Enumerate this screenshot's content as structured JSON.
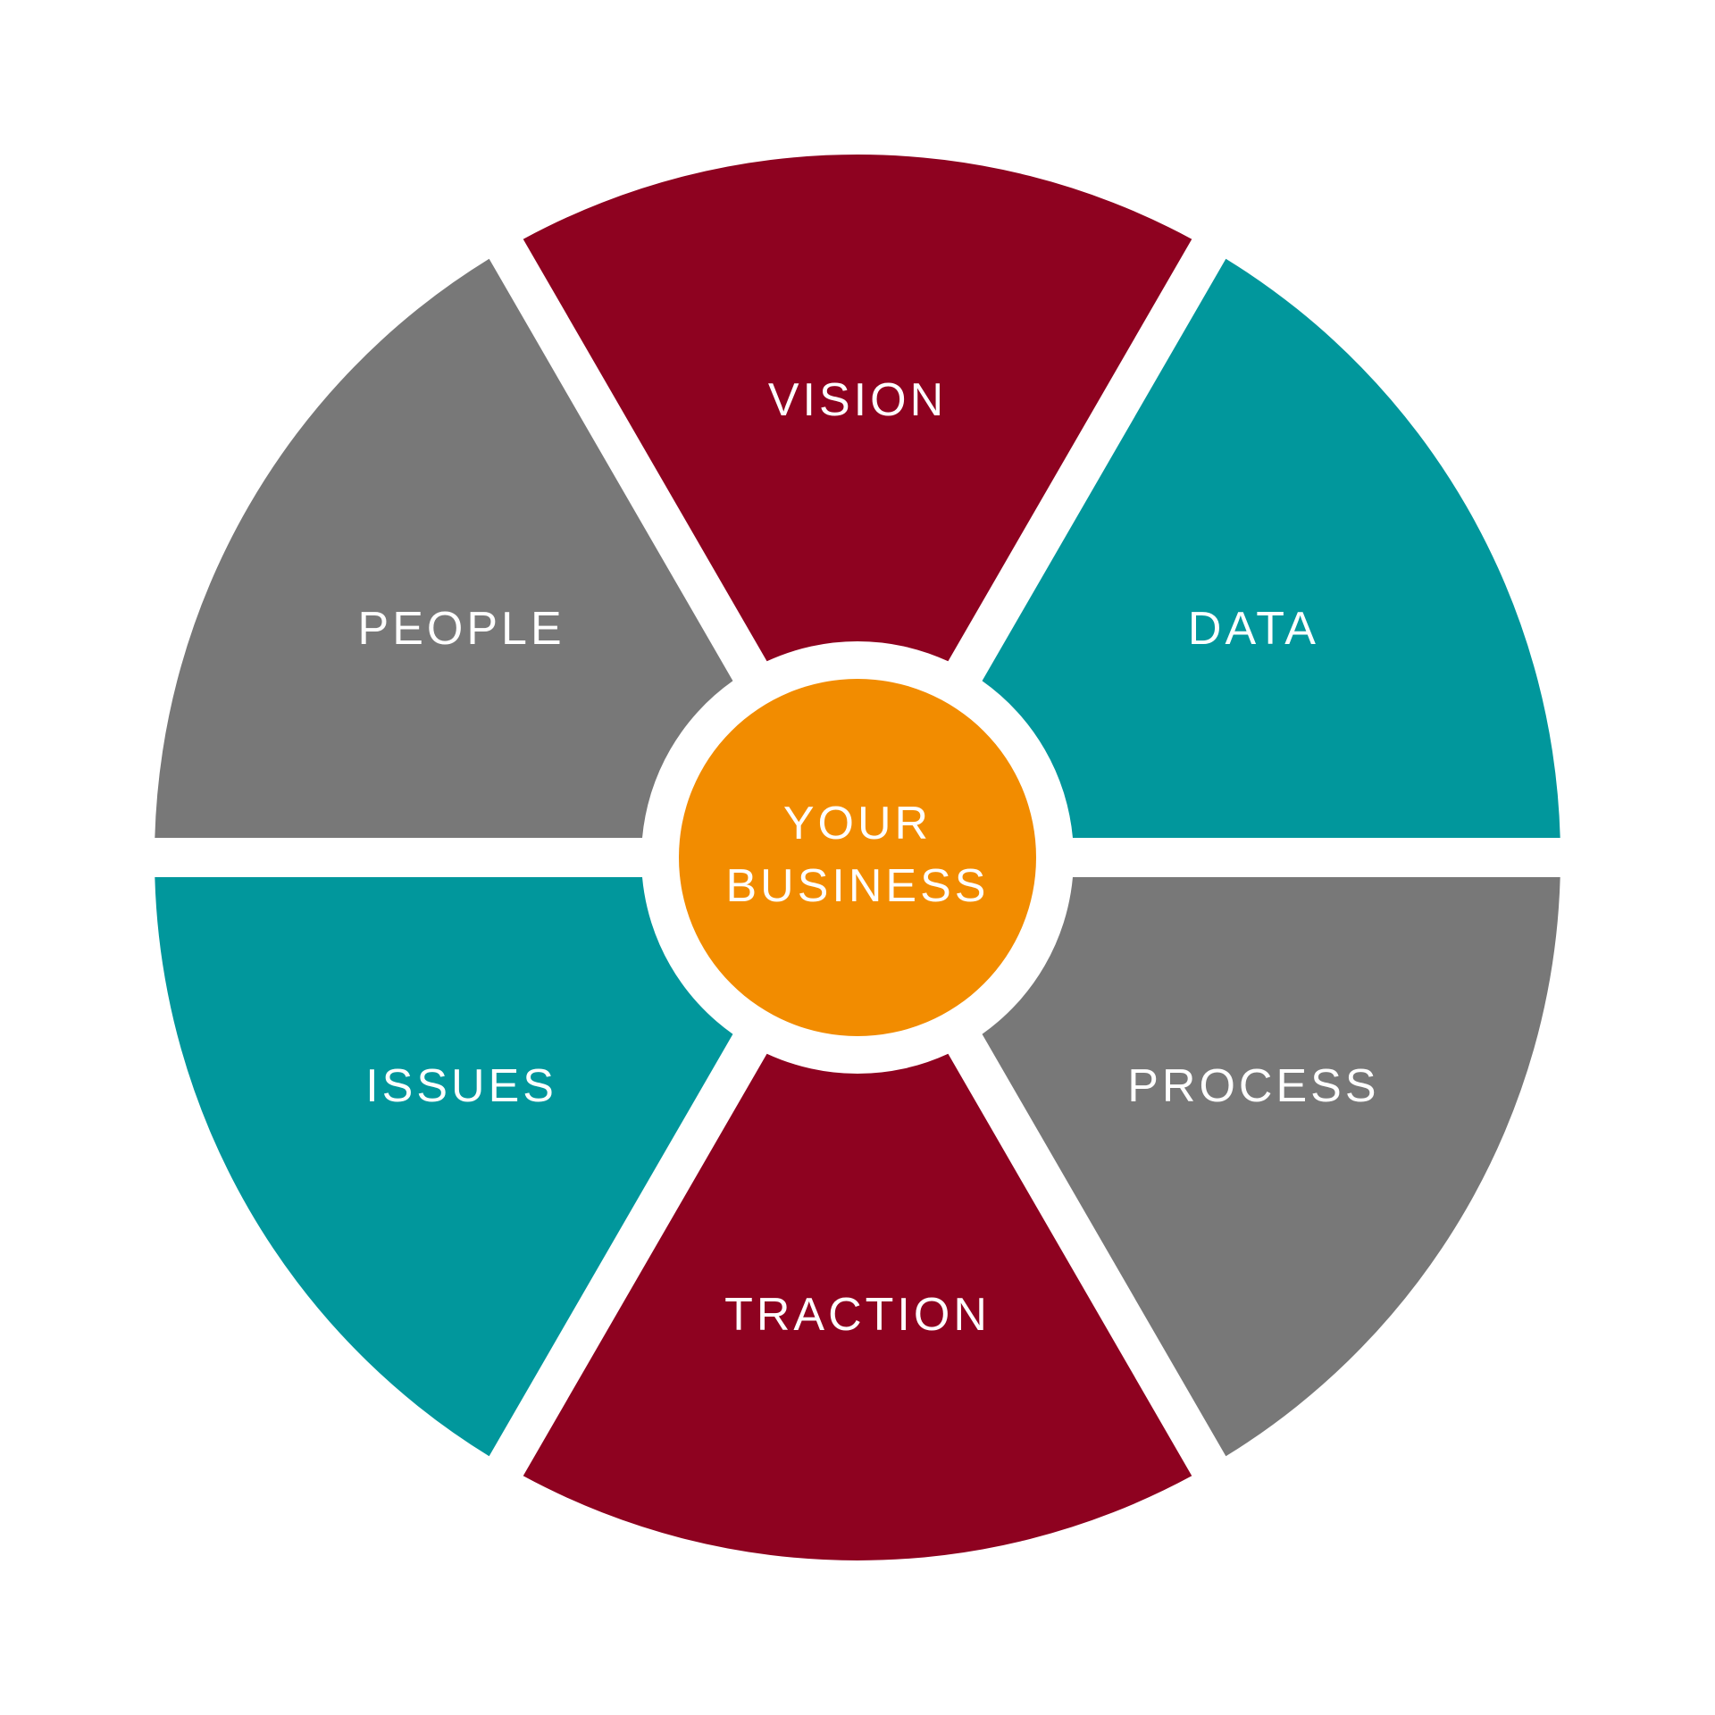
{
  "center": {
    "line1": "YOUR",
    "line2": "BUSINESS",
    "color": "#F28C00"
  },
  "segments": [
    {
      "id": "vision",
      "label": "VISION",
      "color": "#8E0220"
    },
    {
      "id": "data",
      "label": "DATA",
      "color": "#01979C"
    },
    {
      "id": "process",
      "label": "PROCESS",
      "color": "#787878"
    },
    {
      "id": "traction",
      "label": "TRACTION",
      "color": "#8E0220"
    },
    {
      "id": "issues",
      "label": "ISSUES",
      "color": "#01979C"
    },
    {
      "id": "people",
      "label": "PEOPLE",
      "color": "#787878"
    }
  ]
}
